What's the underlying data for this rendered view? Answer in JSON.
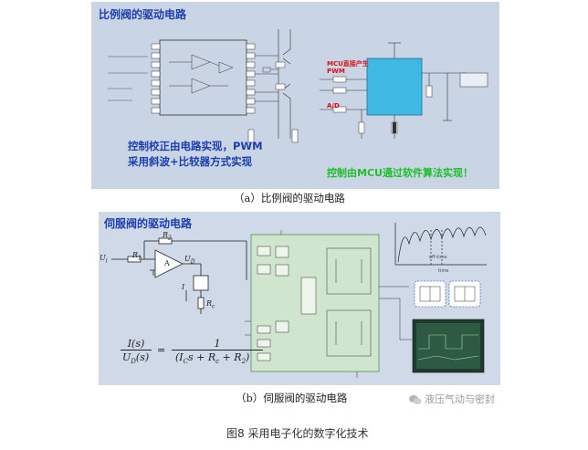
{
  "panel_a": {
    "title": "比例阀的驱动电路",
    "note_lines": [
      "控制校正由电路实现，PWM",
      "采用斜波+比较器方式实现"
    ],
    "green_note": "控制由MCU通过软件算法实现！",
    "mcu_pwm_label": [
      "MCU直接产生",
      "PWM"
    ],
    "ad_label": "A/D",
    "caption": "（a）比例阀的驱动电路"
  },
  "panel_b": {
    "title": "伺服阀的驱动电路",
    "op_amp_label": "A",
    "signal_labels": {
      "ui": "U",
      "r1": "R",
      "r2": "R",
      "ud": "U",
      "rc": "R",
      "i": "I"
    },
    "formula": {
      "lhs_num": "I(s)",
      "lhs_den": "U",
      "rhs_num": "1",
      "rhs_den": "(I"
    },
    "graph_labels": {
      "off_time": "off-time",
      "time": "time"
    },
    "caption": "（b）伺服阀的驱动电路"
  },
  "watermark": "液压气动与密封",
  "figure_caption": "图8  采用电子化的数字化技术",
  "colors": {
    "accent_blue": "#1d3fae",
    "green": "#1fbf2a",
    "mcu_cyan": "#3fb8e3",
    "red": "#d11111",
    "panel_bg": "#c9d4e4"
  }
}
